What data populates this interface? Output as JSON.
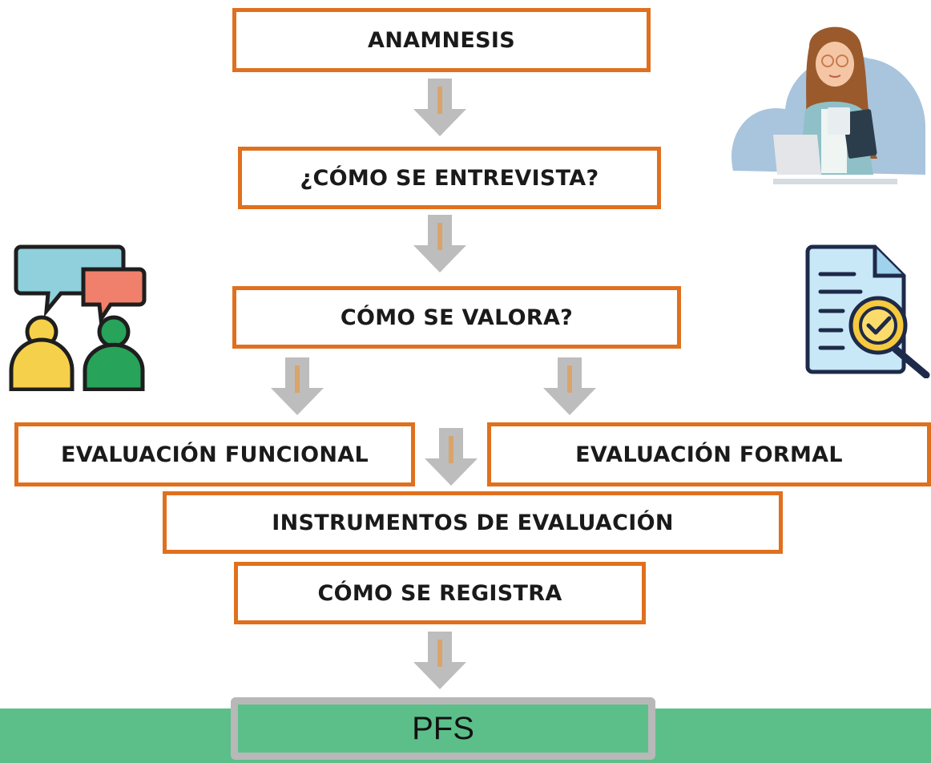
{
  "diagram": {
    "nodes": {
      "anamnesis": "ANAMNESIS",
      "entrevista": "¿CÓMO SE ENTREVISTA?",
      "valora": "CÓMO SE VALORA?",
      "funcional": "EVALUACIÓN FUNCIONAL",
      "formal": "EVALUACIÓN FORMAL",
      "instrumentos": "INSTRUMENTOS DE EVALUACIÓN",
      "registra": "CÓMO SE REGISTRA",
      "pfs": "PFS"
    },
    "edges": [
      {
        "from": "anamnesis",
        "to": "entrevista"
      },
      {
        "from": "entrevista",
        "to": "valora"
      },
      {
        "from": "valora",
        "to": "funcional"
      },
      {
        "from": "valora",
        "to": "formal"
      },
      {
        "from": "funcional",
        "to": "instrumentos"
      },
      {
        "from": "formal",
        "to": "instrumentos"
      },
      {
        "from": "registra",
        "to": "pfs"
      }
    ]
  },
  "colors": {
    "box_border": "#e0701e",
    "arrow_outer": "#bdbdbd",
    "arrow_inner": "#d9a46a",
    "bottom_band": "#5cbf8a",
    "pfs_border": "#b8b8b8"
  },
  "illustrations": [
    "woman-reading-illustration",
    "conversation-people-icon",
    "document-search-icon"
  ]
}
